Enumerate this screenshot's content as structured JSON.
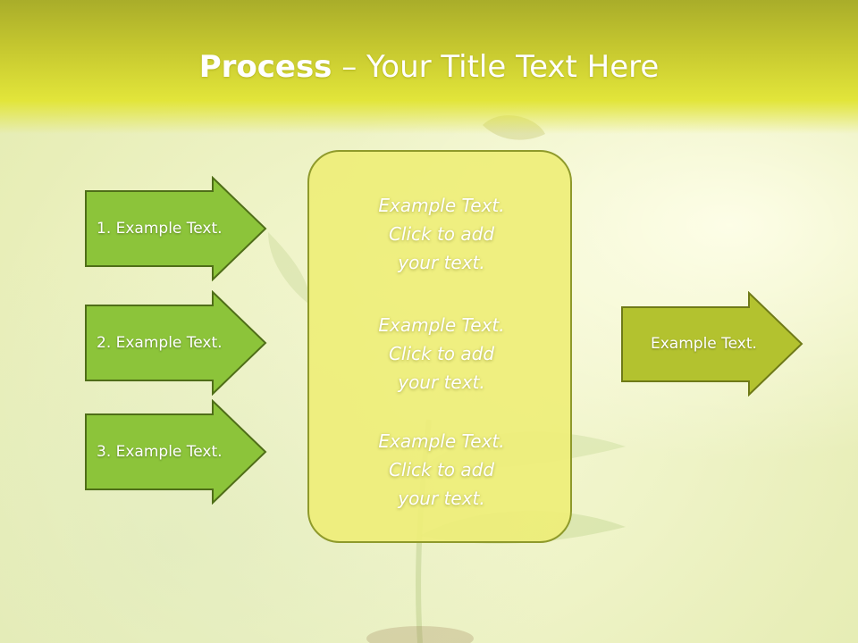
{
  "title": {
    "bold": "Process",
    "rest": " – Your Title Text Here"
  },
  "inputs": [
    {
      "label": "1. Example Text."
    },
    {
      "label": "2. Example Text."
    },
    {
      "label": "3. Example Text."
    }
  ],
  "center": [
    {
      "line1": "Example Text.",
      "line2": "Click  to add",
      "line3": "your text."
    },
    {
      "line1": "Example Text.",
      "line2": "Click  to add",
      "line3": "your text."
    },
    {
      "line1": "Example Text.",
      "line2": "Click  to add",
      "line3": "your text."
    }
  ],
  "output": {
    "label": "Example Text."
  },
  "colors": {
    "input_arrow_fill": "#8cc43a",
    "input_arrow_border": "#4f6e18",
    "output_arrow_fill": "#b3c22f",
    "output_arrow_border": "#6f7a18",
    "center_box_fill": "#eeee78",
    "header_top": "#a9ad2a",
    "header_bottom": "#e2e53a"
  }
}
